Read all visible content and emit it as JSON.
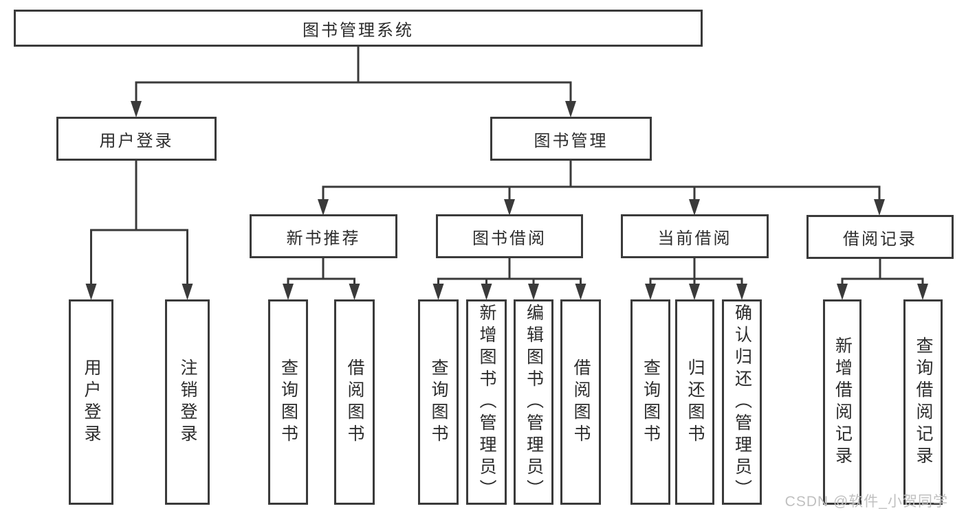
{
  "diagram": {
    "root": {
      "label": "图书管理系统"
    },
    "level2": [
      {
        "label": "用户登录"
      },
      {
        "label": "图书管理"
      }
    ],
    "level3": [
      {
        "label": "新书推荐"
      },
      {
        "label": "图书借阅"
      },
      {
        "label": "当前借阅"
      },
      {
        "label": "借阅记录"
      }
    ],
    "leaves": {
      "user_login": [
        {
          "label": "用户登录"
        },
        {
          "label": "注销登录"
        }
      ],
      "new_book_recommend": [
        {
          "label": "查询图书"
        },
        {
          "label": "借阅图书"
        }
      ],
      "book_borrowing": [
        {
          "label": "查询图书"
        },
        {
          "label": "新增图书（管理员）"
        },
        {
          "label": "编辑图书（管理员）"
        },
        {
          "label": "借阅图书"
        }
      ],
      "current_borrowing": [
        {
          "label": "查询图书"
        },
        {
          "label": "归还图书"
        },
        {
          "label": "确认归还（管理员）"
        }
      ],
      "borrowing_records": [
        {
          "label": "新增借阅记录"
        },
        {
          "label": "查询借阅记录"
        }
      ]
    }
  },
  "watermark": {
    "text": "CSDN @软件_小贺同学"
  },
  "colors": {
    "line": "#3a3a3a",
    "text": "#2c2c2c",
    "watermark": "#c0c0c0",
    "background": "#ffffff"
  }
}
